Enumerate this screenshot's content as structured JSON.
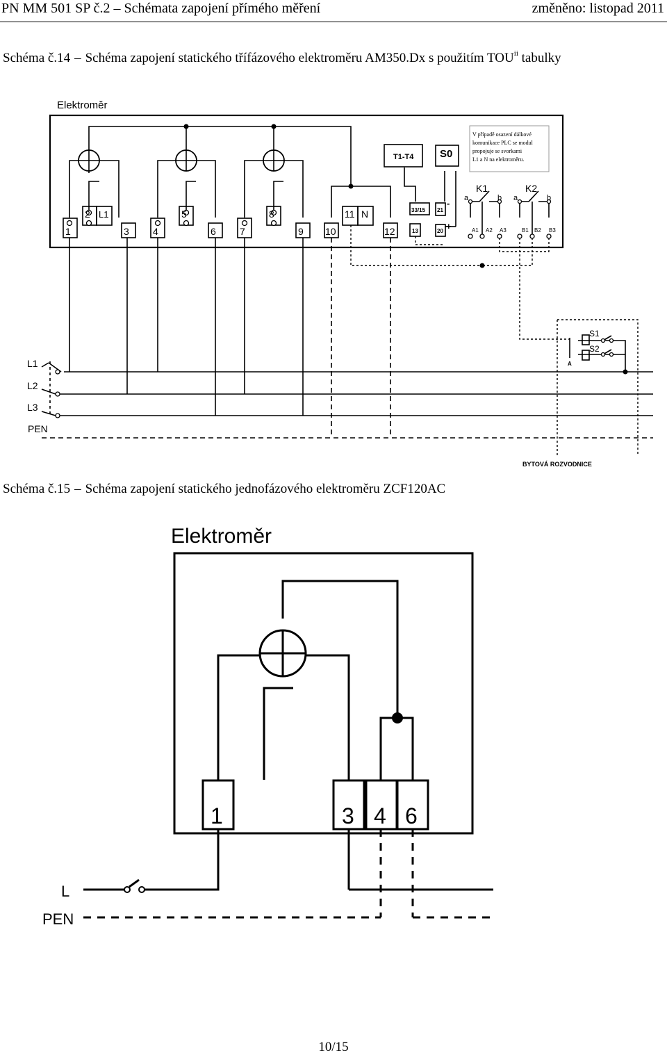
{
  "header": {
    "left": "PN MM 501 SP č.2 – Schémata zapojení přímého měření",
    "right": "změněno: listopad 2011"
  },
  "schema14": {
    "caption_num": "Schéma č.14",
    "caption_text": "Schéma zapojení statického třífázového elektroměru AM350.Dx s použitím TOU",
    "caption_sup": "ii",
    "caption_tail": "tabulky",
    "meter_title": "Elektroměr",
    "terminals": [
      "1",
      "2",
      "L1",
      "3",
      "4",
      "5",
      "6",
      "7",
      "8",
      "9",
      "10",
      "11",
      "N",
      "12"
    ],
    "tariff_box": "T1-T4",
    "s0_box": "S0",
    "aux_terminals": [
      "33/15",
      "13",
      "21",
      "20"
    ],
    "polarity": [
      "-",
      "+"
    ],
    "note_lines": [
      "V případě osazení dálkové",
      "komunikace PLC se modul",
      "propojuje se svorkami",
      "L1 a N na elektroměru."
    ],
    "relays": [
      "K1",
      "K2"
    ],
    "contact_letters": [
      "a",
      "b",
      "a",
      "b"
    ],
    "relay_terminals": [
      "A1",
      "A2",
      "A3",
      "B1",
      "B2",
      "B3"
    ],
    "lines": [
      "L1",
      "L2",
      "L3",
      "PEN"
    ],
    "switches": [
      "S1",
      "S2"
    ],
    "switch_a": "A",
    "distribution_box": "BYTOVÁ ROZVODNICE"
  },
  "schema15": {
    "caption_num": "Schéma č.15",
    "caption_text": "Schéma zapojení statického jednofázového elektroměru ZCF120AC",
    "meter_title": "Elektroměr",
    "terminals": [
      "1",
      "3",
      "4",
      "6"
    ],
    "lines": [
      "L",
      "PEN"
    ]
  },
  "footer": {
    "page": "10/15"
  }
}
